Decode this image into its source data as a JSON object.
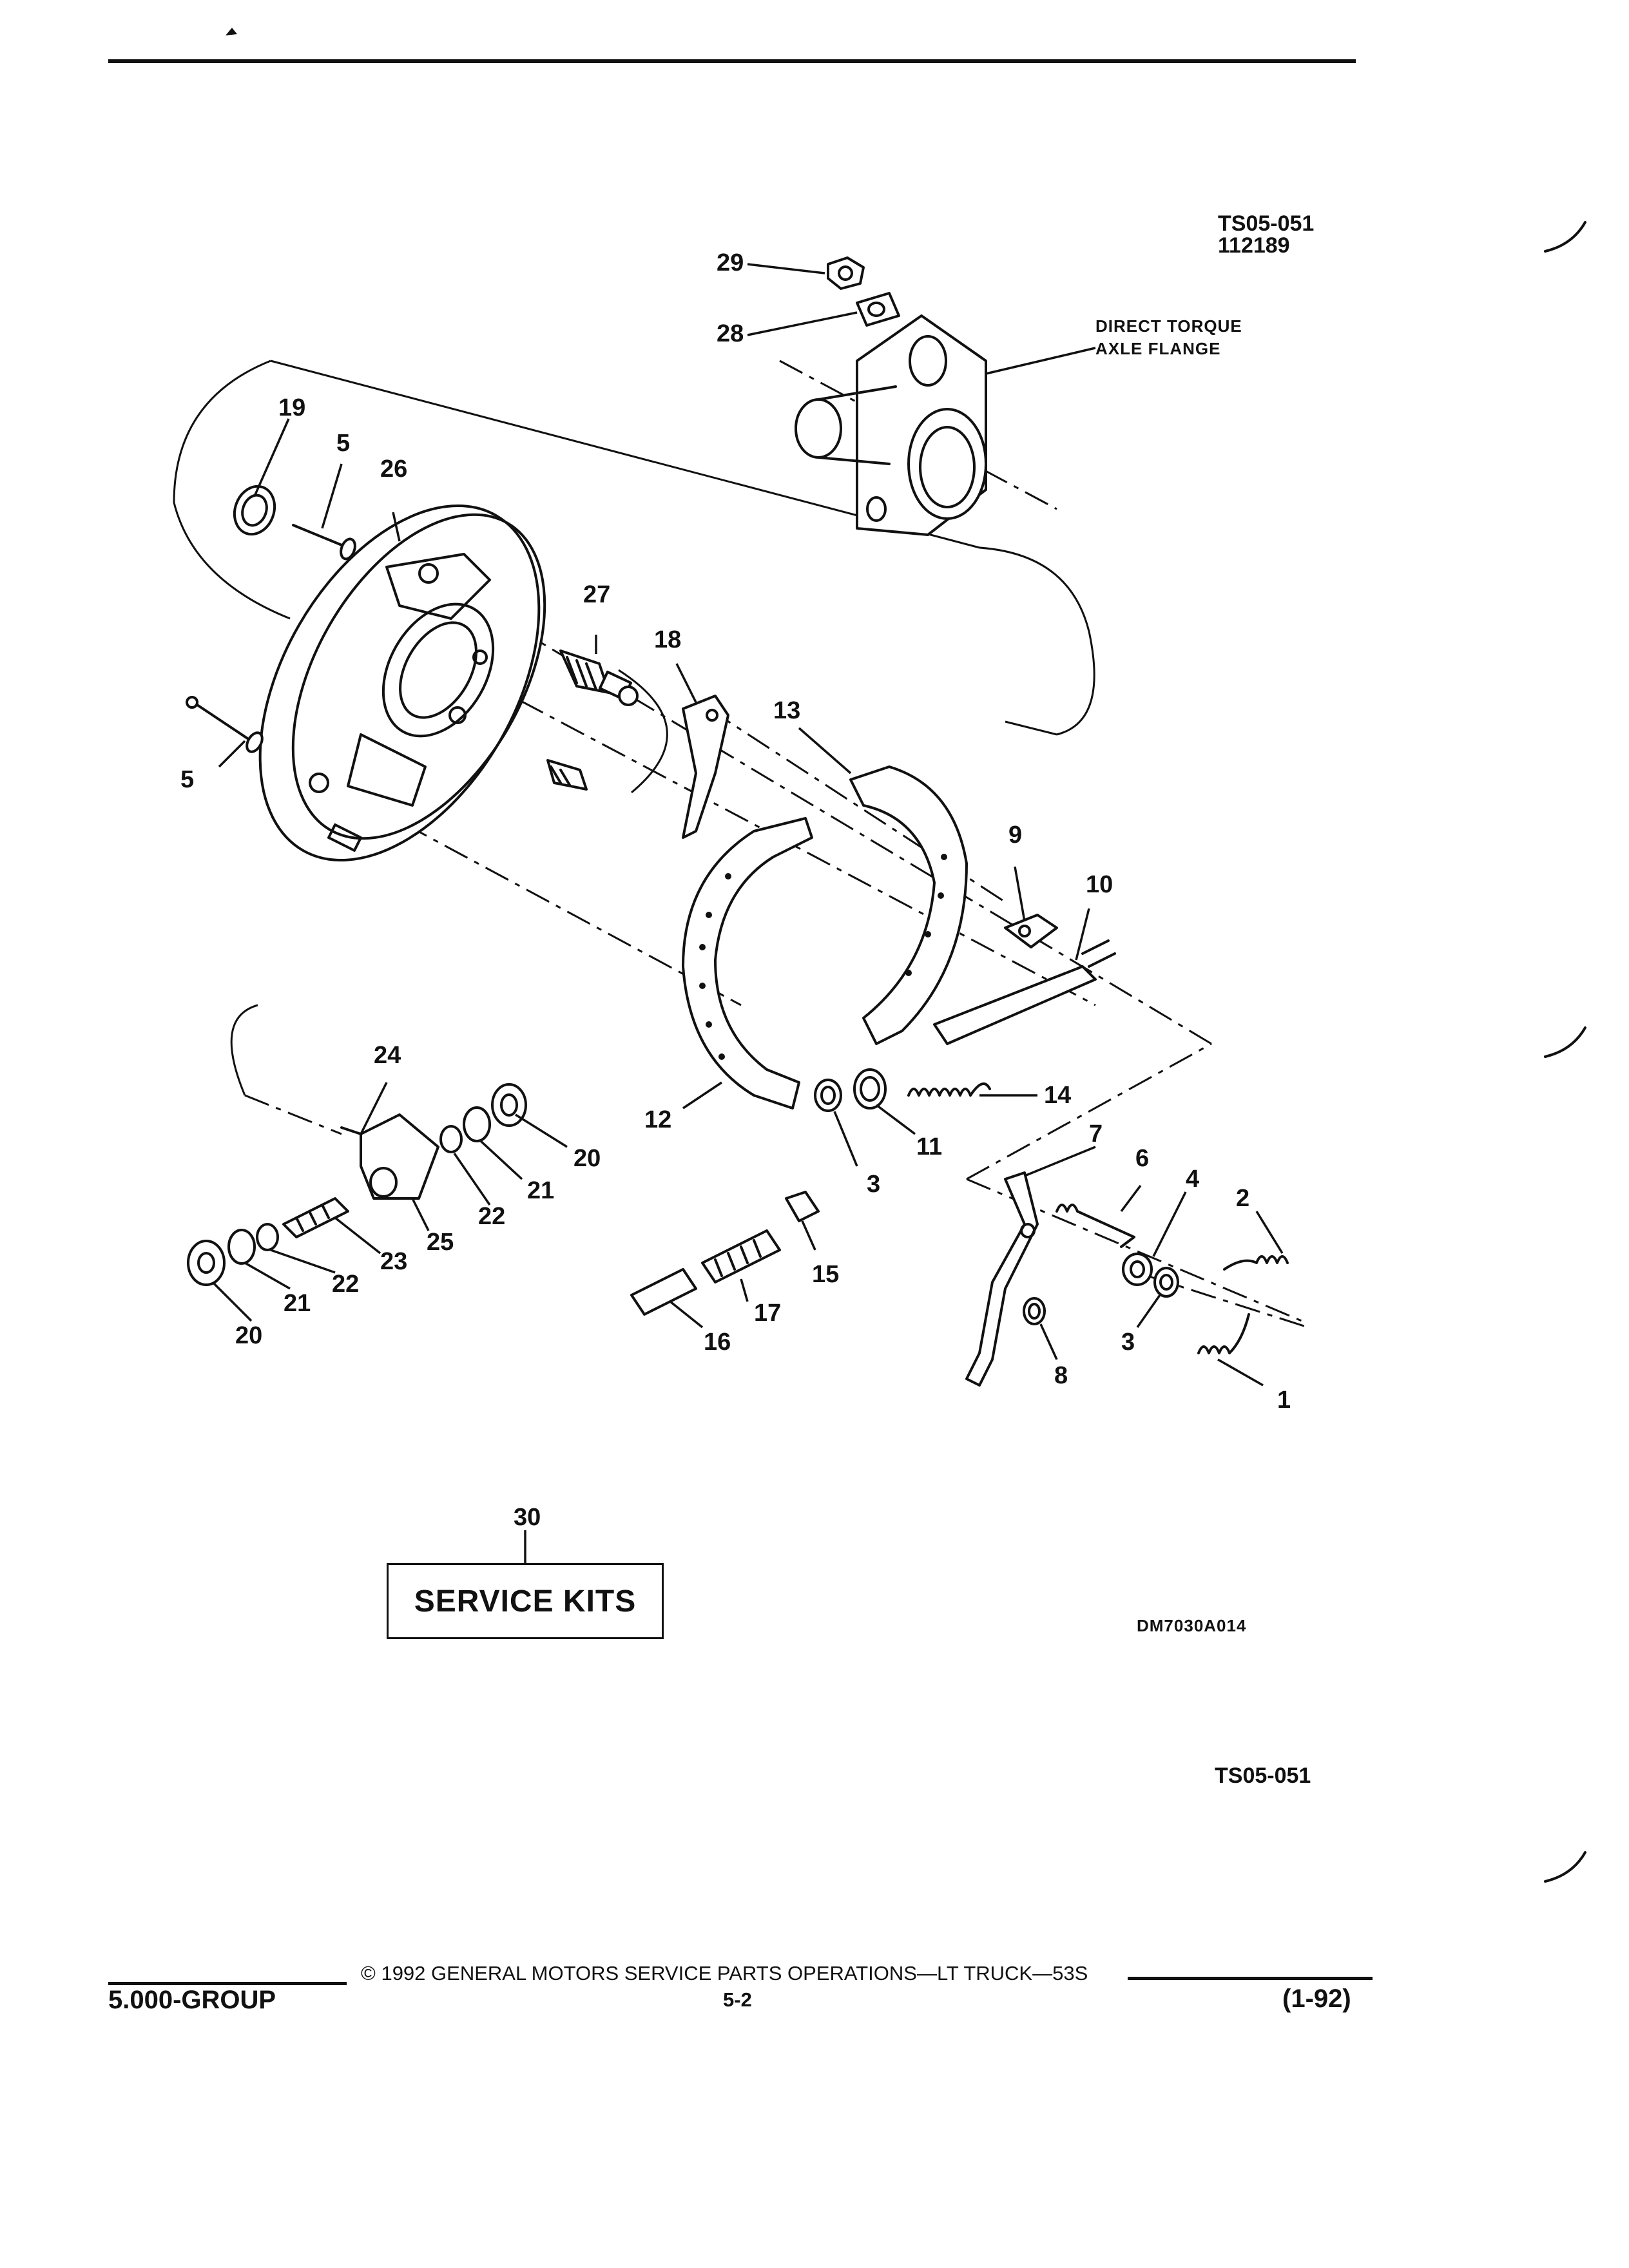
{
  "header": {
    "figure_code": "TS05-051",
    "figure_date": "112189"
  },
  "axle_flange_label_line1": "DIRECT TORQUE",
  "axle_flange_label_line2": "AXLE FLANGE",
  "callouts": {
    "c1": "1",
    "c2": "2",
    "c3a": "3",
    "c3b": "3",
    "c4": "4",
    "c5a": "5",
    "c5b": "5",
    "c6": "6",
    "c7": "7",
    "c8": "8",
    "c9": "9",
    "c10": "10",
    "c11": "11",
    "c12": "12",
    "c13": "13",
    "c14": "14",
    "c15": "15",
    "c16": "16",
    "c17": "17",
    "c18": "18",
    "c19": "19",
    "c20a": "20",
    "c20b": "20",
    "c21a": "21",
    "c21b": "21",
    "c22a": "22",
    "c22b": "22",
    "c23": "23",
    "c24": "24",
    "c25": "25",
    "c26": "26",
    "c27": "27",
    "c28": "28",
    "c29": "29",
    "c30": "30"
  },
  "service_kits_label": "SERVICE KITS",
  "drawing_number": "DM7030A014",
  "figure_ref": "TS05-051",
  "footer": {
    "copyright": "© 1992 GENERAL MOTORS SERVICE PARTS OPERATIONS—LT TRUCK—53S",
    "group": "5.000-GROUP",
    "page": "5-2",
    "revision": "(1-92)"
  }
}
